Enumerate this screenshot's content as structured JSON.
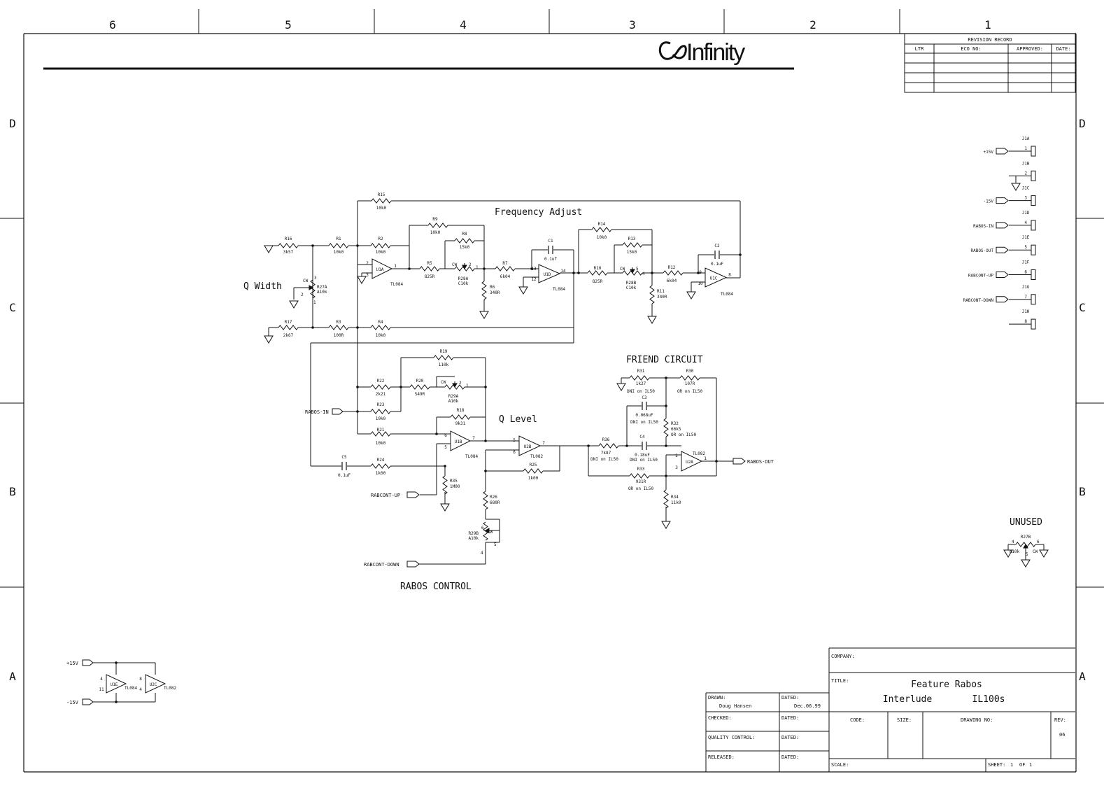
{
  "border": {
    "columns": [
      "6",
      "5",
      "4",
      "3",
      "2",
      "1"
    ],
    "rows": [
      "D",
      "C",
      "B",
      "A"
    ]
  },
  "logo": {
    "text": "Infinity"
  },
  "revision": {
    "title": "REVISION RECORD",
    "headers": [
      "LTR",
      "ECO NO:",
      "APPROVED:",
      "DATE:"
    ]
  },
  "sections": {
    "freq": "Frequency Adjust",
    "qwidth": "Q Width",
    "friend": "FRIEND CIRCUIT",
    "qlevel": "Q Level",
    "rabos": "RABOS CONTROL",
    "unused": "UNUSED"
  },
  "components": [
    {
      "id": "r15",
      "ref": "R15",
      "value": "10k0"
    },
    {
      "id": "r16",
      "ref": "R16",
      "value": "3k57"
    },
    {
      "id": "r1",
      "ref": "R1",
      "value": "10k0"
    },
    {
      "id": "r2",
      "ref": "R2",
      "value": "10k0"
    },
    {
      "id": "r9",
      "ref": "R9",
      "value": "10k0"
    },
    {
      "id": "r8",
      "ref": "R8",
      "value": "15k0"
    },
    {
      "id": "r5",
      "ref": "R5",
      "value": "825R"
    },
    {
      "id": "r28a",
      "ref": "R28A",
      "value": "C10k"
    },
    {
      "id": "r6",
      "ref": "R6",
      "value": "340R"
    },
    {
      "id": "r7",
      "ref": "R7",
      "value": "6k04"
    },
    {
      "id": "c1",
      "ref": "C1",
      "value": "0.1uf"
    },
    {
      "id": "r14",
      "ref": "R14",
      "value": "10k0"
    },
    {
      "id": "r13",
      "ref": "R13",
      "value": "15k0"
    },
    {
      "id": "r10",
      "ref": "R10",
      "value": "825R"
    },
    {
      "id": "r28b",
      "ref": "R28B",
      "value": "C10k"
    },
    {
      "id": "r11",
      "ref": "R11",
      "value": "340R"
    },
    {
      "id": "r12",
      "ref": "R12",
      "value": "6k04"
    },
    {
      "id": "c2",
      "ref": "C2",
      "value": "0.1uF"
    },
    {
      "id": "r27a",
      "ref": "R27A",
      "value": "A10k"
    },
    {
      "id": "r17",
      "ref": "R17",
      "value": "2k67"
    },
    {
      "id": "r3",
      "ref": "R3",
      "value": "100R"
    },
    {
      "id": "r4",
      "ref": "R4",
      "value": "10k0"
    },
    {
      "id": "r19",
      "ref": "R19",
      "value": "110k"
    },
    {
      "id": "r22",
      "ref": "R22",
      "value": "2k21"
    },
    {
      "id": "r20",
      "ref": "R20",
      "value": "549R"
    },
    {
      "id": "r29a",
      "ref": "R29A",
      "value": "A10k"
    },
    {
      "id": "r23",
      "ref": "R23",
      "value": "10k0"
    },
    {
      "id": "r18",
      "ref": "R18",
      "value": "9k31"
    },
    {
      "id": "r21",
      "ref": "R21",
      "value": "10k0"
    },
    {
      "id": "c5",
      "ref": "C5",
      "value": "0.1uF"
    },
    {
      "id": "r24",
      "ref": "R24",
      "value": "1k00"
    },
    {
      "id": "r35",
      "ref": "R35",
      "value": "1M00"
    },
    {
      "id": "r25",
      "ref": "R25",
      "value": "1k00"
    },
    {
      "id": "r26",
      "ref": "R26",
      "value": "680R"
    },
    {
      "id": "r29b",
      "ref": "R29B",
      "value": "A10k"
    },
    {
      "id": "r31",
      "ref": "R31",
      "value": "1k27",
      "note": "DNI on IL50"
    },
    {
      "id": "r30",
      "ref": "R30",
      "value": "107R",
      "note": "OR on IL50"
    },
    {
      "id": "c3",
      "ref": "C3",
      "value": "0.068uF",
      "note": "DNI on IL50"
    },
    {
      "id": "r32",
      "ref": "R32",
      "value": "66k5",
      "note": "OR on IL50"
    },
    {
      "id": "r36",
      "ref": "R36",
      "value": "7k87",
      "note": "DNI on IL50"
    },
    {
      "id": "c4",
      "ref": "C4",
      "value": "0.18uF",
      "note": "DNI on IL50"
    },
    {
      "id": "r33",
      "ref": "R33",
      "value": "931R",
      "note": "OR on IL50"
    },
    {
      "id": "r34",
      "ref": "R34",
      "value": "11k0"
    },
    {
      "id": "r27b",
      "ref": "R27B",
      "value": "A10k"
    }
  ],
  "opamps": [
    {
      "id": "u1a",
      "ref": "U1A",
      "part": "TL084"
    },
    {
      "id": "u1d",
      "ref": "U1D",
      "part": "TL084"
    },
    {
      "id": "u1c",
      "ref": "U1C",
      "part": "TL084"
    },
    {
      "id": "u1b",
      "ref": "U1B",
      "part": "TL084"
    },
    {
      "id": "u2b",
      "ref": "U2B",
      "part": "TL082"
    },
    {
      "id": "u2a",
      "ref": "U2A",
      "part": "TL082"
    },
    {
      "id": "u1e",
      "ref": "U1E",
      "part": "TL084"
    },
    {
      "id": "u2c",
      "ref": "U2C",
      "part": "TL082"
    }
  ],
  "ports": {
    "rabos_in": "RABOS-IN",
    "rabos_out": "RABOS-OUT",
    "rabcont_up": "RABCONT-UP",
    "rabcont_down": "RABCONT-DOWN",
    "p15": "+15V",
    "m15": "-15V"
  },
  "connector": [
    {
      "ref": "J1A",
      "pin": "1",
      "label": "+15V"
    },
    {
      "ref": "J1B",
      "pin": "2",
      "label": ""
    },
    {
      "ref": "J1C",
      "pin": "3",
      "label": "-15V"
    },
    {
      "ref": "J1D",
      "pin": "4",
      "label": "RABOS-IN"
    },
    {
      "ref": "J1E",
      "pin": "5",
      "label": "RABOS-OUT"
    },
    {
      "ref": "J1F",
      "pin": "6",
      "label": "RABCONT-UP"
    },
    {
      "ref": "J1G",
      "pin": "7",
      "label": "RABCONT-DOWN"
    },
    {
      "ref": "J1H",
      "pin": "8",
      "label": ""
    }
  ],
  "titleblock": {
    "company_label": "COMPANY:",
    "title_label": "TITLE:",
    "title_line1": "Feature Rabos",
    "title_line2a": "Interlude",
    "title_line2b": "IL100s",
    "drawn_label": "DRAWN:",
    "drawn_by": "Doug Hansen",
    "dated_label": "DATED:",
    "drawn_date": "Dec.06.99",
    "checked_label": "CHECKED:",
    "quality_label": "QUALITY CONTROL:",
    "released_label": "RELEASED:",
    "code_label": "CODE:",
    "size_label": "SIZE:",
    "drawing_label": "DRAWING NO:",
    "rev_label": "REV:",
    "rev": "06",
    "scale_label": "SCALE:",
    "sheet_label": "SHEET:",
    "sheet_no": "1",
    "of_label": "OF",
    "sheet_total": "1"
  }
}
